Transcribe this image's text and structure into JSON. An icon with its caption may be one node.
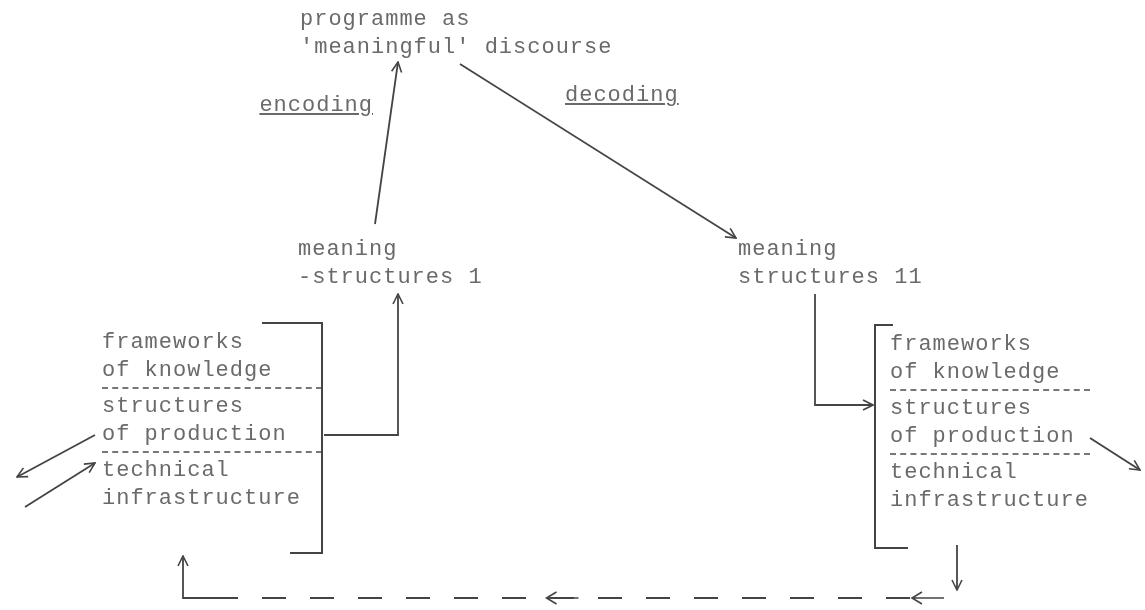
{
  "diagram": {
    "nodes": [
      {
        "text": [
          "programme as 'meaningful' discourse"
        ]
      },
      {
        "text": [
          "meaning -structures 1"
        ]
      },
      {
        "text": [
          "meaning structures 11"
        ]
      },
      {
        "text": [
          "frameworks of knowledge",
          "structures of production",
          "technical infrastructure"
        ]
      },
      {
        "text": [
          "frameworks of knowledge",
          "structures of production",
          "technical infrastructure"
        ]
      }
    ],
    "edges": [
      {
        "from": 1,
        "to": 0,
        "arrow": "to",
        "label": "encoding"
      },
      {
        "from": 0,
        "to": 2,
        "arrow": "to",
        "label": "decoding"
      },
      {
        "from": 3,
        "to": 1,
        "arrow": "to"
      },
      {
        "from": 2,
        "to": 4,
        "arrow": "to"
      },
      {
        "from": 4,
        "to": null,
        "arrow": "to"
      },
      {
        "from": 4,
        "to": null,
        "arrow": "to"
      },
      {
        "from": 4,
        "to": 3,
        "arrow": "to",
        "style": "dashed"
      },
      {
        "from": 3,
        "to": null,
        "arrow": "to"
      },
      {
        "from": null,
        "to": 3,
        "arrow": "to"
      }
    ]
  }
}
